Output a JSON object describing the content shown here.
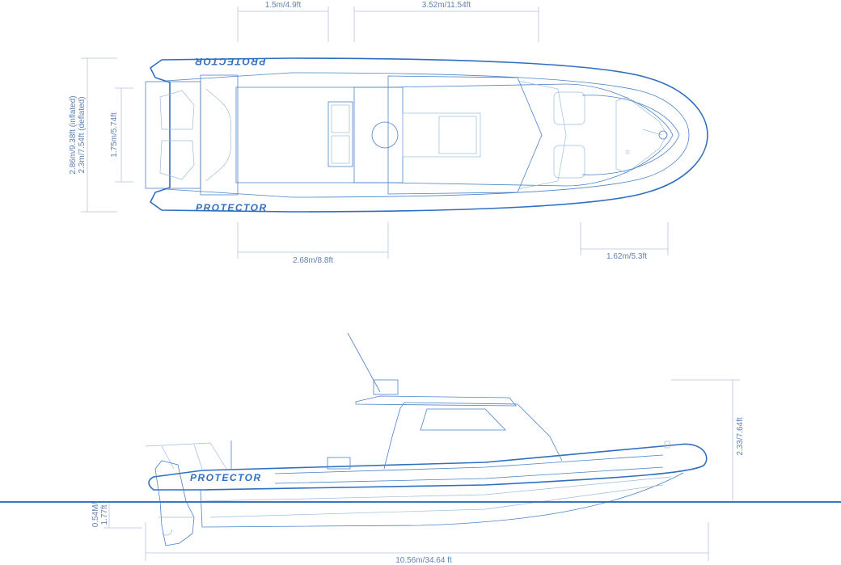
{
  "brand": "PROTECTOR",
  "colors": {
    "hull": "#2f6fc0",
    "dimension_line": "#c3d2e6",
    "label": "#5f82b4",
    "waterline": "#3a76c0"
  },
  "top_view": {
    "dim_transom_to_console": "1.5m/4.9ft",
    "dim_console_to_bow": "3.52m/11.54ft",
    "dim_deck_length": "2.68m/8.8ft",
    "dim_bow_section": "1.62m/5.3ft",
    "dim_beam_inflated": "2.86m/9.38ft (inflated)",
    "dim_beam_deflated": "2.3m/7.54ft (deflated)",
    "dim_inner_beam": "1.75m/5.74ft"
  },
  "side_view": {
    "dim_height": "2.33/7.64ft",
    "dim_draft_line1": "0.54M/",
    "dim_draft_line2": "1.77ft",
    "dim_length_overall": "10.56m/34.64 ft"
  }
}
